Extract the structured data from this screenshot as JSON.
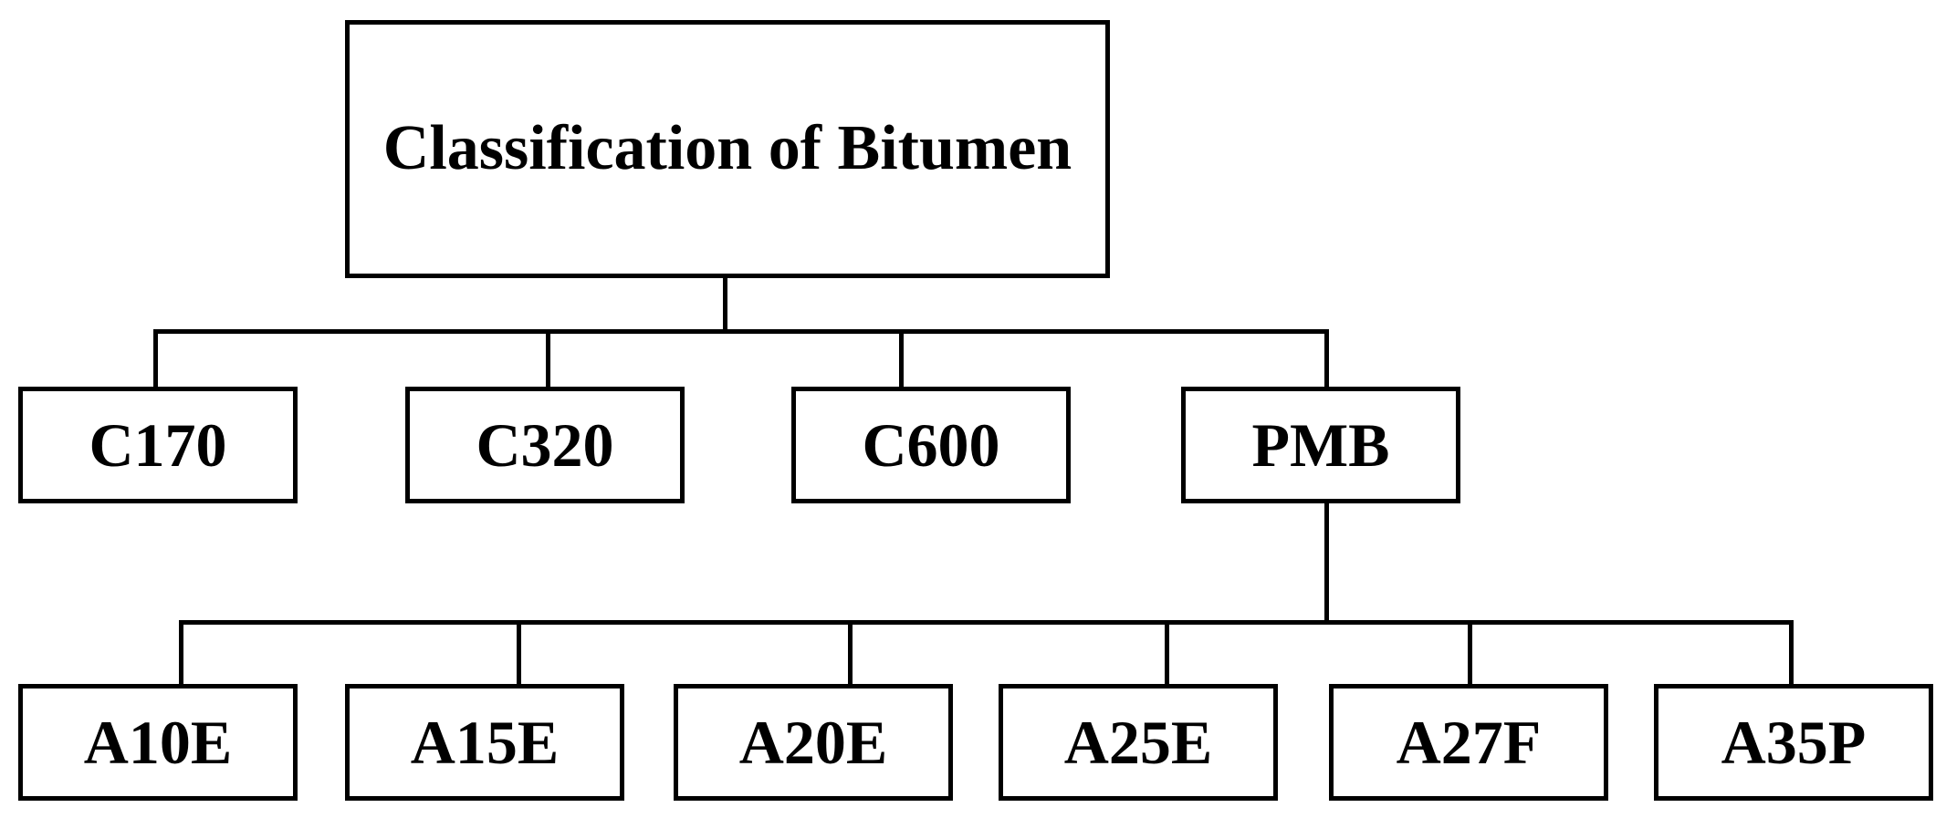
{
  "diagram": {
    "title_node": {
      "label": "Classification of Bitumen",
      "line1": "Classification of",
      "line2": "Bitumen"
    },
    "level2": [
      {
        "id": "c170",
        "label": "C170"
      },
      {
        "id": "c320",
        "label": "C320"
      },
      {
        "id": "c600",
        "label": "C600"
      },
      {
        "id": "pmb",
        "label": "PMB"
      }
    ],
    "level3": [
      {
        "id": "a10e",
        "label": "A10E"
      },
      {
        "id": "a15e",
        "label": "A15E"
      },
      {
        "id": "a20e",
        "label": "A20E"
      },
      {
        "id": "a25e",
        "label": "A25E"
      },
      {
        "id": "a27f",
        "label": "A27F"
      },
      {
        "id": "a35p",
        "label": "A35P"
      }
    ],
    "colors": {
      "background": "#ffffff",
      "stroke": "#000000",
      "text": "#000000"
    }
  }
}
